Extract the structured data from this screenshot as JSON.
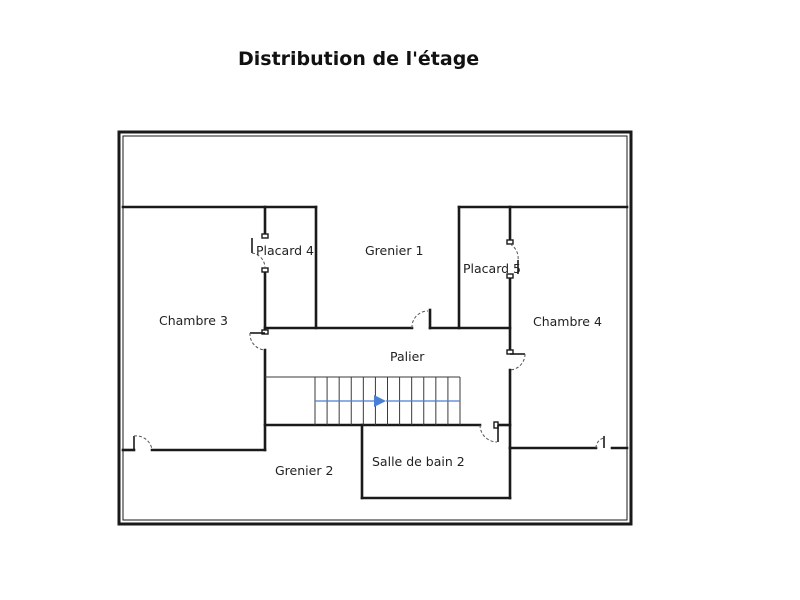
{
  "title": "Distribution de l'étage",
  "rooms": {
    "grenier_1": "Grenier 1",
    "grenier_2": "Grenier 2",
    "placard_4": "Placard 4",
    "placard_5": "Placard 5",
    "chambre_3": "Chambre 3",
    "chambre_4": "Chambre 4",
    "palier": "Palier",
    "salle_de_bain_2": "Salle de bain 2"
  },
  "colors": {
    "wall": "#1a1a1a",
    "stair_arrow": "#4a7fd6"
  }
}
